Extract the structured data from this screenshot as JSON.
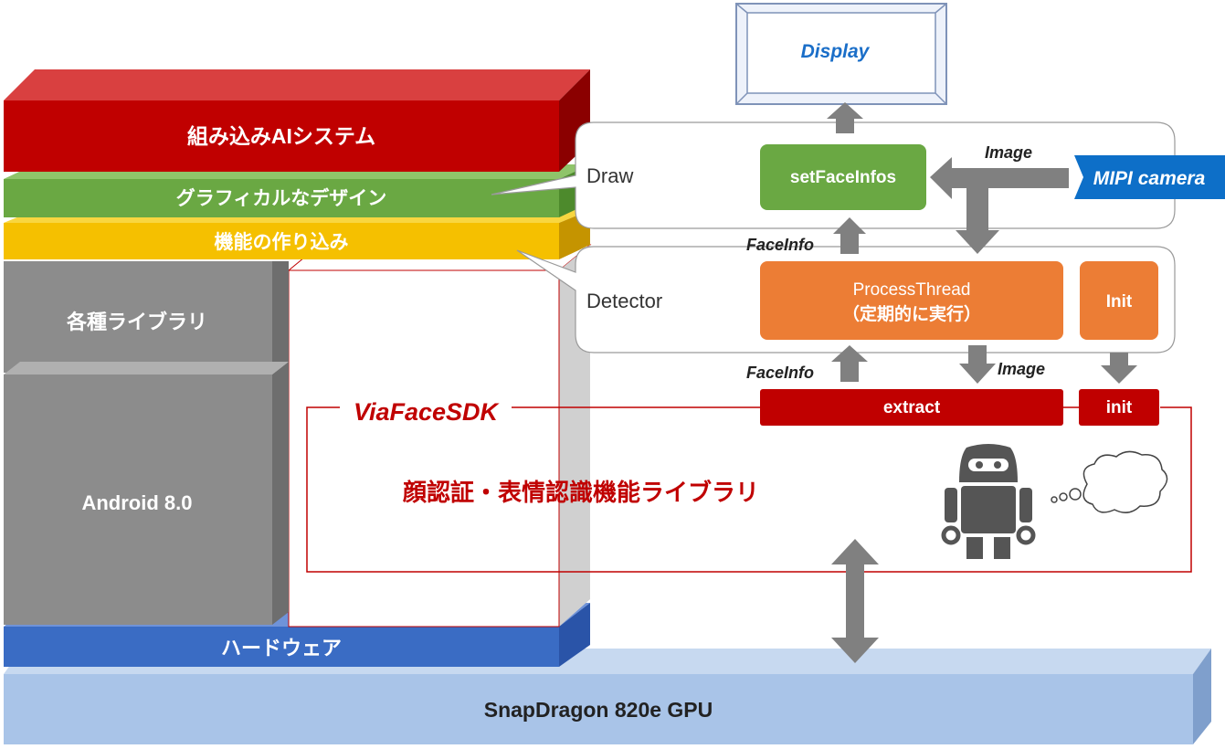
{
  "stack": {
    "embedded_ai": "組み込みAIシステム",
    "graphical_design": "グラフィカルなデザイン",
    "features": "機能の作り込み",
    "libraries": "各種ライブラリ",
    "android": "Android 8.0",
    "hardware": "ハードウェア",
    "gpu": "SnapDragon 820e GPU"
  },
  "sdk": {
    "title": "ViaFaceSDK",
    "description": "顔認証・表情認識機能ライブラリ",
    "extract": "extract",
    "init": "init"
  },
  "flow": {
    "display": "Display",
    "draw_label": "Draw",
    "set_face_infos": "setFaceInfos",
    "image_label_top": "Image",
    "camera": "MIPI camera",
    "faceinfo_top": "FaceInfo",
    "detector_label": "Detector",
    "process_thread_line1": "ProcessThread",
    "process_thread_line2": "（定期的に実行）",
    "init_box": "Init",
    "faceinfo_bottom": "FaceInfo",
    "image_label_bottom": "Image"
  },
  "colors": {
    "red": "#c00000",
    "green": "#6aa843",
    "yellow": "#f5c000",
    "gray": "#8c8c8c",
    "blue": "#3a6cc4",
    "light_blue": "#a9c4e8",
    "orange": "#ec7d35",
    "camera_blue": "#0d6fc8",
    "arrow_gray": "#808080"
  }
}
